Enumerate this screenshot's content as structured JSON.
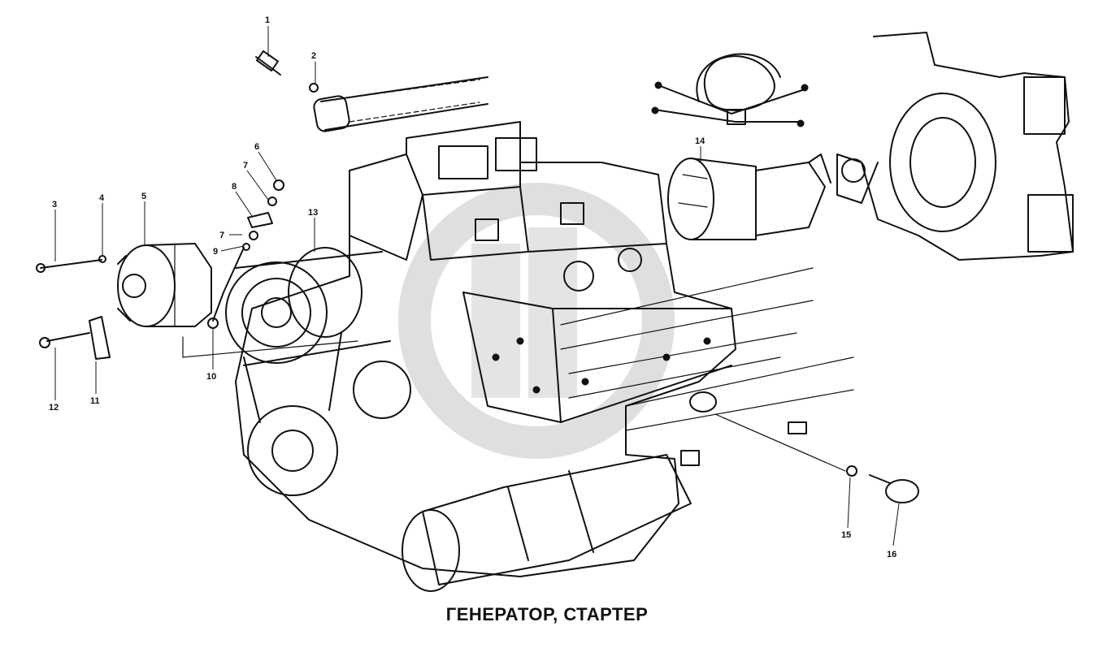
{
  "caption": "ГЕНЕРАТОР, СТАРТЕР",
  "callouts": {
    "c1": "1",
    "c2": "2",
    "c3": "3",
    "c4": "4",
    "c5": "5",
    "c6": "6",
    "c7a": "7",
    "c7b": "7",
    "c8": "8",
    "c9": "9",
    "c10": "10",
    "c11": "11",
    "c12": "12",
    "c13": "13",
    "c14": "14",
    "c15": "15",
    "c16": "16"
  },
  "parts": {
    "alternator": "alternator-icon",
    "starter": "starter-motor-icon",
    "flywheel_housing": "flywheel-housing-icon",
    "cable_harness": "cable-harness-icon",
    "engine_block": "engine-block-icon",
    "pulley": "pulley-icon",
    "sensor": "sender-unit-icon"
  },
  "colors": {
    "ink": "#111111",
    "background": "#ffffff",
    "watermark": "#d9d9d9"
  }
}
